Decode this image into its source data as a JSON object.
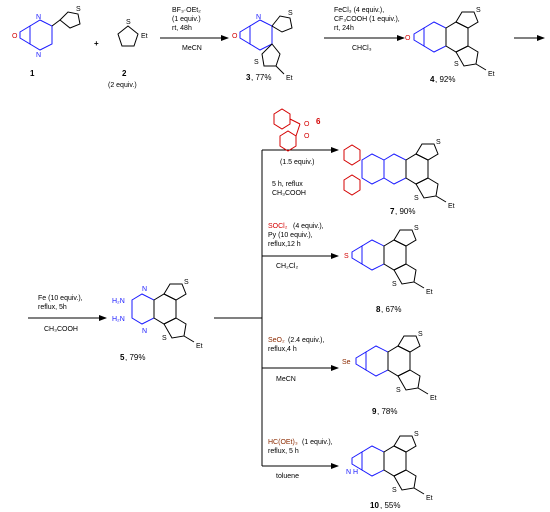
{
  "colors": {
    "heterocycle": "#1a1aff",
    "reagent_highlight": "#d40000",
    "dark_red": "#8b2a00",
    "black": "#000000"
  },
  "compounds": {
    "c1": {
      "label": "1"
    },
    "c2": {
      "label": "2",
      "note": "(2 equiv.)",
      "substituent": "Et"
    },
    "c3": {
      "label": "3",
      "yield": ", 77%"
    },
    "c4": {
      "label": "4",
      "yield": ", 92%"
    },
    "c5": {
      "label": "5",
      "yield": ", 79%"
    },
    "c6": {
      "label": "6",
      "amount": "(1.5 equiv.)"
    },
    "c7": {
      "label": "7",
      "yield": ", 90%"
    },
    "c8": {
      "label": "8",
      "yield": ", 67%"
    },
    "c9": {
      "label": "9",
      "yield": ", 78%"
    },
    "c10": {
      "label": "10",
      "yield": ", 55%"
    }
  },
  "plus": "+",
  "atoms": {
    "N": "N",
    "O": "O",
    "S": "S",
    "Se": "Se",
    "NH2": "H₂N",
    "NH": "N H",
    "Et": "Et"
  },
  "steps": {
    "s1": {
      "line1": "BF₃·OEt₂",
      "line2": "(1 equiv.)",
      "line3": "rt, 48h",
      "solvent": "MeCN"
    },
    "s2": {
      "line1": "FeCl₃ (4 equiv.),",
      "line2": "CF₃COOH (1 equiv.),",
      "line3": "rt, 24h",
      "solvent": "CHCl₃"
    },
    "s3": {
      "line1": "Fe (10 equiv.),",
      "line2": "reflux, 5h",
      "solvent": "CH₃COOH"
    },
    "s4": {
      "line1": "5 h, reflux",
      "solvent": "CH₃COOH"
    },
    "s5": {
      "reagent": "SOCl₂",
      "line1": "(4 equiv.),",
      "line2": "Py (10 equiv.),",
      "line3": "reflux,12 h",
      "solvent": "CH₂Cl₂"
    },
    "s6": {
      "reagent": "SeO₂",
      "line1": "(2.4 equiv.),",
      "line2": "reflux,4 h",
      "solvent": "MeCN"
    },
    "s7": {
      "reagent": "HC(OEt)₃",
      "line1": "(1 equiv.),",
      "line2": "reflux, 5 h",
      "solvent": "toluene"
    }
  }
}
